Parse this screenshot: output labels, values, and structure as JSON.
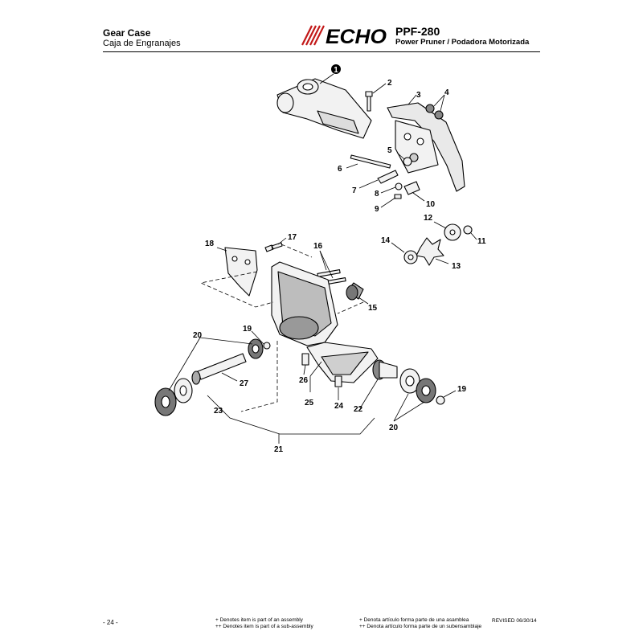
{
  "header": {
    "title": "Gear Case",
    "subtitle": "Caja de Engranajes",
    "brand": "ECHO",
    "model": "PPF-280",
    "product": "Power Pruner / Podadora Motorizada"
  },
  "callouts": {
    "c1": "1",
    "c2": "2",
    "c3": "3",
    "c4": "4",
    "c5": "5",
    "c6": "6",
    "c7": "7",
    "c8": "8",
    "c9": "9",
    "c10": "10",
    "c11": "11",
    "c12": "12",
    "c13": "13",
    "c14": "14",
    "c15": "15",
    "c16": "16",
    "c17": "17",
    "c18": "18",
    "c19a": "19",
    "c19b": "19",
    "c20a": "20",
    "c20b": "20",
    "c21": "21",
    "c22": "22",
    "c23": "23",
    "c24": "24",
    "c25": "25",
    "c26": "26",
    "c27": "27"
  },
  "footer": {
    "page_number": "- 24 -",
    "note_en_1": "+ Denotes item is part of an assembly",
    "note_en_2": "++ Denotes item is part of a sub-assembly",
    "note_es_1": "+ Denota artículo forma parte de una asamblea",
    "note_es_2": "++ Denota artículo forma parte de un subensamblaje",
    "revised": "REVISED 06/30/14"
  }
}
